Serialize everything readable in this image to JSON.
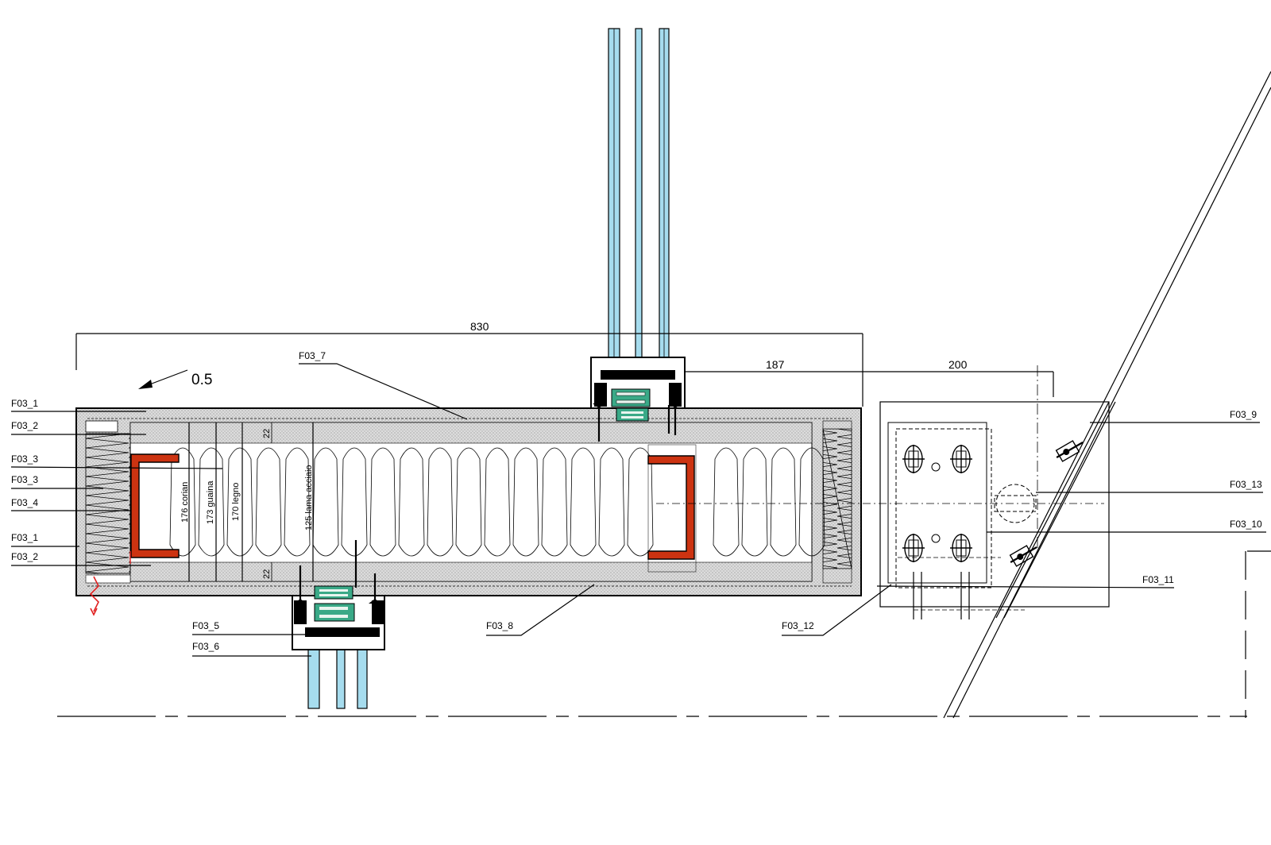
{
  "dimensions": {
    "overall": "830",
    "right_a": "187",
    "right_b": "200",
    "slope": "0.5"
  },
  "layer_notes": {
    "corian": "176 corian",
    "guaina": "173 guaina",
    "legno": "170 legno",
    "lama": "125 lama acciaio",
    "gap_top": "22",
    "gap_bottom": "22"
  },
  "labels": {
    "l1_top": "F03_1",
    "l2_top": "F03_2",
    "l3_a": "F03_3",
    "l3_b": "F03_3",
    "l4": "F03_4",
    "l1_bot": "F03_1",
    "l2_bot": "F03_2",
    "l5": "F03_5",
    "l6": "F03_6",
    "l7": "F03_7",
    "l8": "F03_8",
    "l9": "F03_9",
    "l10": "F03_10",
    "l11": "F03_11",
    "l12": "F03_12",
    "l13": "F03_13"
  },
  "colors": {
    "glass": "#a6dcee",
    "steel_channel": "#cc3311",
    "gasket": "#3aa987",
    "fill_gray": "#d7d7d7",
    "drip": "#e02020"
  }
}
